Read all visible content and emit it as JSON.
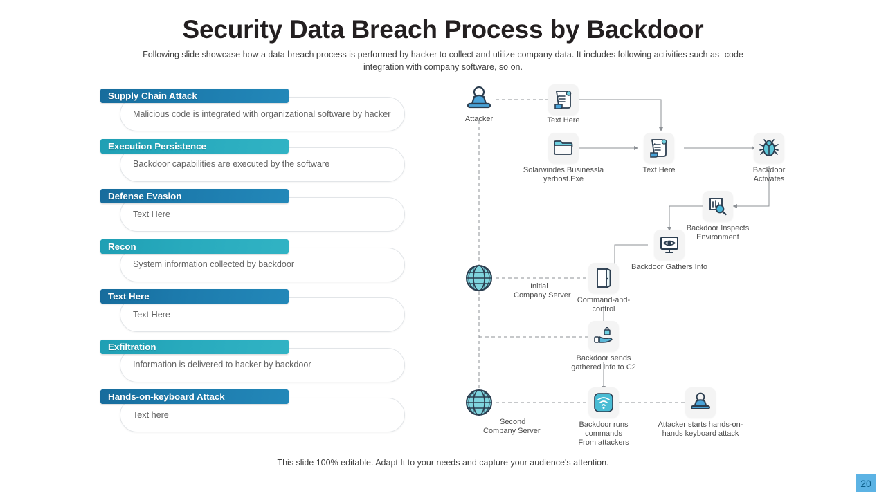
{
  "slide": {
    "title": "Security Data Breach Process by Backdoor",
    "subtitle": "Following slide showcase how a data breach process is performed  by hacker to collect and utilize company data. It includes following activities such as- code integration with company software, so on.",
    "footer_note": "This slide 100% editable. Adapt  It to your needs and capture your audience's attention.",
    "page_number": "20"
  },
  "colors": {
    "bar_dark_blue": "#1c7aac",
    "bar_teal": "#28aabd",
    "page_badge_bg": "#5cb3e4",
    "page_badge_text": "#0d5f8a",
    "icon_accent": "#3aa9c4",
    "icon_outline": "#2c3e50",
    "tile_bg": "#f4f4f4",
    "connector": "#8d9196"
  },
  "stages": [
    {
      "label": "Supply Chain Attack",
      "body": "Malicious code is integrated with organizational  software by hacker",
      "tone": "dark"
    },
    {
      "label": "Execution Persistence",
      "body": "Backdoor capabilities are executed by the software",
      "tone": "teal"
    },
    {
      "label": "Defense Evasion",
      "body": "Text Here",
      "tone": "dark"
    },
    {
      "label": "Recon",
      "body": "System information  collected by backdoor",
      "tone": "teal"
    },
    {
      "label": "Text Here",
      "body": "Text Here",
      "tone": "dark"
    },
    {
      "label": "Exfiltration",
      "body": "Information  is  delivered  to hacker by backdoor",
      "tone": "teal"
    },
    {
      "label": "Hands-on-keyboard Attack",
      "body": "Text here",
      "tone": "dark"
    }
  ],
  "flow_nodes": [
    {
      "id": "attacker",
      "icon": "attacker-laptop-icon",
      "caption": "Attacker"
    },
    {
      "id": "text-here-1",
      "icon": "document-checklist-icon",
      "caption": "Text Here"
    },
    {
      "id": "solarwindes",
      "icon": "folder-icon",
      "caption": "Solarwindes.Businessla yerhost.Exe"
    },
    {
      "id": "text-here-2",
      "icon": "document-checklist-icon",
      "caption": "Text Here"
    },
    {
      "id": "backdoor-active",
      "icon": "bug-icon",
      "caption": "Backdoor Activates"
    },
    {
      "id": "backdoor-inspect",
      "icon": "chart-magnifier-icon",
      "caption": "Backdoor Inspects Environment"
    },
    {
      "id": "backdoor-gather",
      "icon": "monitor-eye-icon",
      "caption": "Backdoor Gathers Info"
    },
    {
      "id": "initial-server",
      "icon": "globe-icon",
      "caption": "Initial Company Server"
    },
    {
      "id": "command-control",
      "icon": "open-door-icon",
      "caption": "Command-and-control"
    },
    {
      "id": "backdoor-sends",
      "icon": "hand-lock-icon",
      "caption": "Backdoor sends gathered info to C2"
    },
    {
      "id": "second-server",
      "icon": "globe-icon",
      "caption": "Second Company Server"
    },
    {
      "id": "backdoor-runs",
      "icon": "wifi-signal-icon",
      "caption": "Backdoor runs commands From attackers"
    },
    {
      "id": "attacker-hands",
      "icon": "attacker-laptop-icon",
      "caption": "Attacker starts hands-on-hands keyboard attack"
    }
  ],
  "flow_captions": {
    "attacker": "Attacker",
    "text_here_1": "Text Here",
    "solarwindes_l1": "Solarwindes.Businessla",
    "solarwindes_l2": "yerhost.Exe",
    "text_here_2": "Text Here",
    "backdoor_activates_l1": "Backdoor",
    "backdoor_activates_l2": "Activates",
    "backdoor_inspects_l1": "Backdoor Inspects",
    "backdoor_inspects_l2": "Environment",
    "backdoor_gathers": "Backdoor Gathers Info",
    "initial_server_l1": "Initial",
    "initial_server_l2": "Company Server",
    "command_control_l1": "Command-and-",
    "command_control_l2": "control",
    "backdoor_sends_l1": "Backdoor sends",
    "backdoor_sends_l2": "gathered info to C2",
    "second_server_l1": "Second",
    "second_server_l2": "Company Server",
    "backdoor_runs_l1": "Backdoor runs",
    "backdoor_runs_l2": "commands",
    "backdoor_runs_l3": "From attackers",
    "attacker_hands_l1": "Attacker starts hands-on-",
    "attacker_hands_l2": "hands keyboard attack"
  }
}
